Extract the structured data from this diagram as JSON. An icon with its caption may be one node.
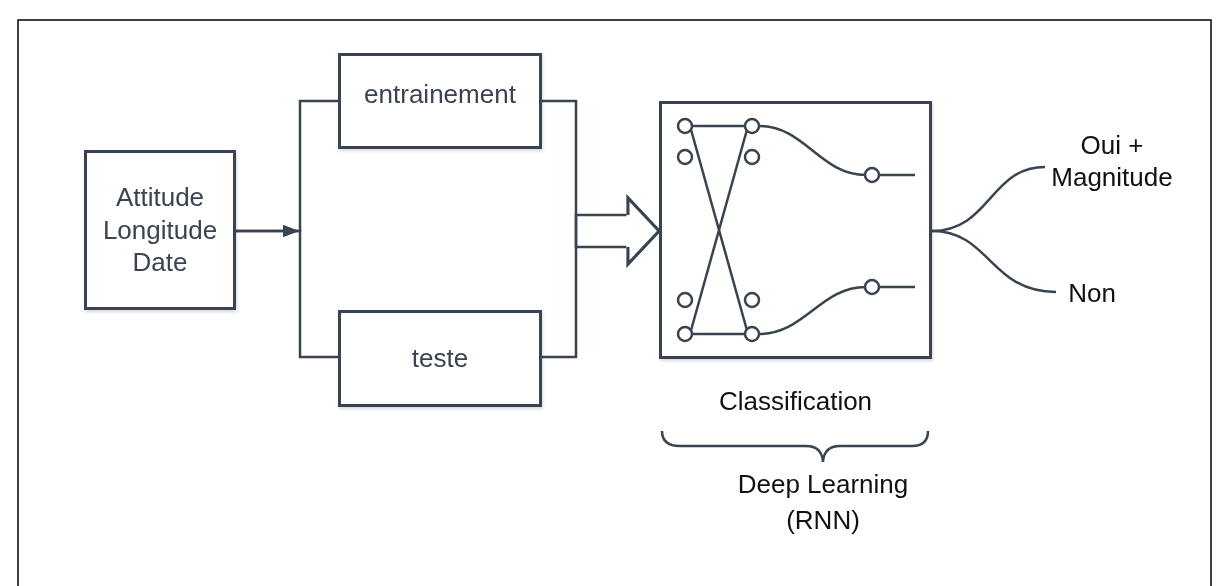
{
  "diagram": {
    "nodes": [
      {
        "text": [
          "Attitude Longitude Date"
        ]
      },
      {
        "text": [
          "entrainement"
        ]
      },
      {
        "text": [
          "teste"
        ]
      },
      {
        "text": [],
        "shape": "box",
        "beside": [
          "Classification"
        ]
      },
      {
        "text": [
          "Oui + Magnitude"
        ]
      },
      {
        "text": [
          "Non"
        ]
      }
    ],
    "edges": [
      {
        "from": 0,
        "to": 1,
        "arrow": "to"
      },
      {
        "from": 0,
        "to": 2,
        "arrow": "to"
      },
      {
        "from": 1,
        "to": 3,
        "arrow": "to"
      },
      {
        "from": 2,
        "to": 3,
        "arrow": "to"
      },
      {
        "from": 3,
        "to": 4,
        "arrow": "none"
      },
      {
        "from": 3,
        "to": 5,
        "arrow": "none"
      }
    ],
    "labels": [
      "Deep Learning (RNN)"
    ]
  }
}
